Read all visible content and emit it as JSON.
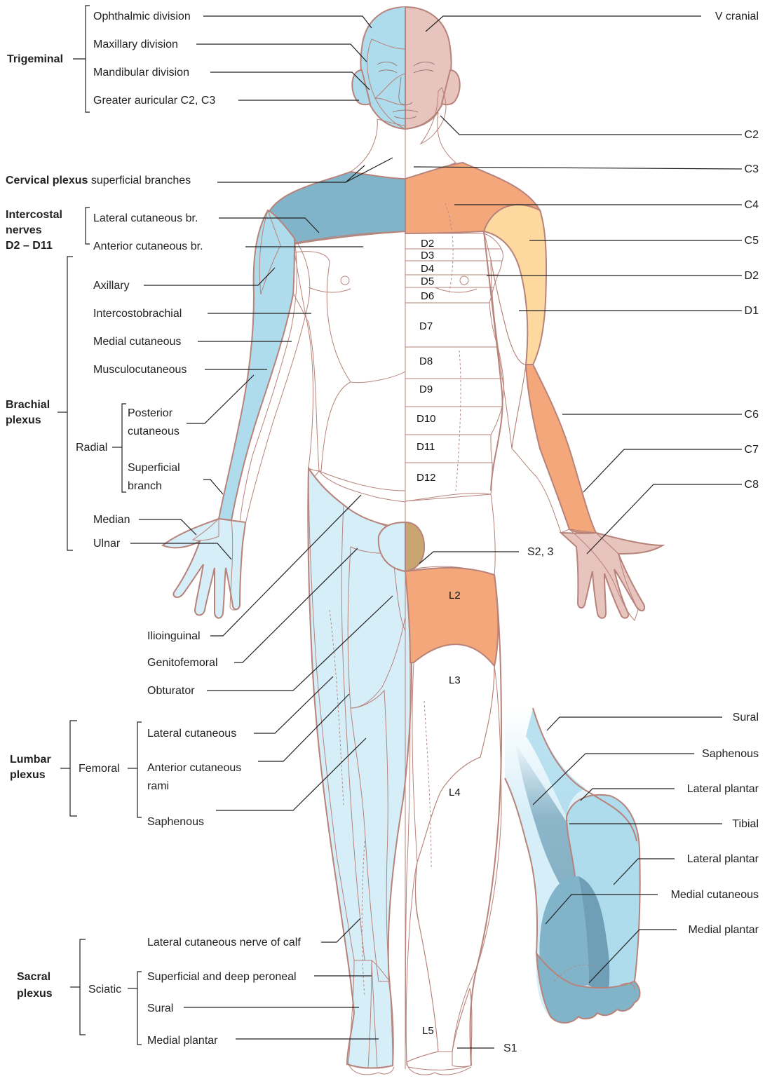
{
  "colors": {
    "pale_blue": "#d6eef8",
    "light_blue": "#aedcec",
    "mid_blue": "#81b4c9",
    "dark_blue": "#6f9fb6",
    "teal": "#93d3d8",
    "pink": "#e8c4bf",
    "orange": "#f3a77a",
    "tan": "#c9a671",
    "yellow": "#fdd9a0",
    "outline": "#b7837a"
  },
  "left_groups": {
    "trigeminal": "Trigeminal",
    "cervical_bold": "Cervical plexus",
    "cervical_rest": " superficial branches",
    "intercostal_line1": "Intercostal",
    "intercostal_line2": "nerves",
    "intercostal_line3": "D2 – D11",
    "brachial_line1": "Brachial",
    "brachial_line2": "plexus",
    "radial": "Radial",
    "lumbar_line1": "Lumbar",
    "lumbar_line2": "plexus",
    "femoral": "Femoral",
    "sacral_line1": "Sacral",
    "sacral_line2": "plexus",
    "sciatic": "Sciatic"
  },
  "left_labels": {
    "ophthalmic": "Ophthalmic division",
    "maxillary": "Maxillary division",
    "mandibular": "Mandibular division",
    "greater_auricular": "Greater auricular C2, C3",
    "lateral_cutaneous_br": "Lateral cutaneous br.",
    "anterior_cutaneous_br": "Anterior cutaneous br.",
    "axillary": "Axillary",
    "intercostobrachial": "Intercostobrachial",
    "medial_cutaneous": "Medial cutaneous",
    "musculocutaneous": "Musculocutaneous",
    "posterior_cutaneous_1": "Posterior",
    "posterior_cutaneous_2": "cutaneous",
    "superficial_branch_1": "Superficial",
    "superficial_branch_2": "branch",
    "median": "Median",
    "ulnar": "Ulnar",
    "ilioinguinal": "Ilioinguinal",
    "genitofemoral": "Genitofemoral",
    "obturator": "Obturator",
    "lateral_cutaneous": "Lateral cutaneous",
    "anterior_cutaneous_rami_1": "Anterior cutaneous",
    "anterior_cutaneous_rami_2": "rami",
    "saphenous": "Saphenous",
    "lateral_cutaneous_calf": "Lateral cutaneous nerve of calf",
    "superficial_deep_peroneal": "Superficial and deep peroneal",
    "sural": "Sural",
    "medial_plantar": "Medial plantar"
  },
  "right_labels": {
    "v_cranial": "V cranial",
    "c2": "C2",
    "c3": "C3",
    "c4": "C4",
    "c5": "C5",
    "d2": "D2",
    "d1": "D1",
    "c6": "C6",
    "c7": "C7",
    "c8": "C8",
    "s23": "S2, 3",
    "s1": "S1"
  },
  "dermatomes": {
    "d2": "D2",
    "d3": "D3",
    "d4": "D4",
    "d5": "D5",
    "d6": "D6",
    "d7": "D7",
    "d8": "D8",
    "d9": "D9",
    "d10": "D10",
    "d11": "D11",
    "d12": "D12",
    "l2": "L2",
    "l3": "L3",
    "l4": "L4",
    "l5": "L5"
  },
  "foot_labels": {
    "sural": "Sural",
    "saphenous": "Saphenous",
    "lateral_plantar_1": "Lateral plantar",
    "tibial": "Tibial",
    "lateral_plantar_2": "Lateral plantar",
    "medial_cutaneous": "Medial cutaneous",
    "medial_plantar": "Medial plantar"
  }
}
